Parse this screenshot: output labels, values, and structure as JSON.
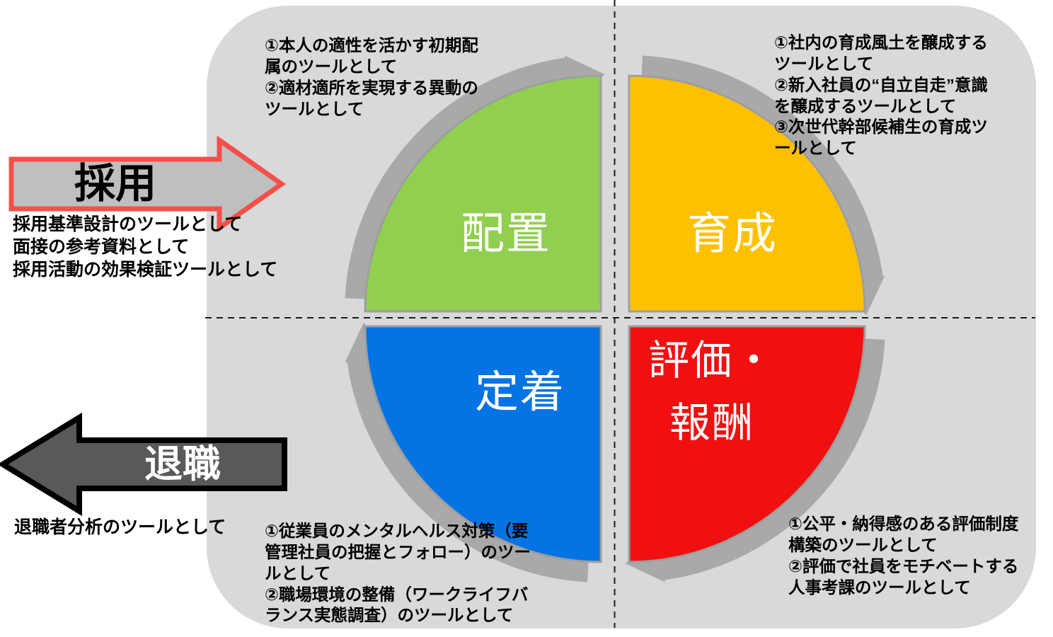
{
  "colors": {
    "panel": "#D9D9D9",
    "cycle_arrow": "#A9A9A9",
    "sector_border": "#9E9E9E",
    "divider": "#1A1A1A",
    "placement": "#90CF4F",
    "development": "#FFC000",
    "evaluation": "#F01010",
    "retention": "#0473E3",
    "recruit_fill": "#BFBFBF",
    "recruit_border": "#F5504B",
    "resign_fill": "#595959",
    "resign_border": "#000000"
  },
  "quadrants": {
    "placement": {
      "label": "配置",
      "note": "①本人の適性を活かす初期配属のツールとして\n②適材適所を実現する異動のツールとして"
    },
    "development": {
      "label": "育成",
      "note": "①社内の育成風土を醸成するツールとして\n②新入社員の“自立自走”意識を醸成するツールとして\n③次世代幹部候補生の育成ツールとして"
    },
    "evaluation": {
      "label": "評価・\n報酬",
      "note": "①公平・納得感のある評価制度構築のツールとして\n②評価で社員をモチベートする人事考課のツールとして"
    },
    "retention": {
      "label": "定着",
      "note": "①従業員のメンタルヘルス対策（要管理社員の把握とフォロー）のツールとして\n②職場環境の整備（ワークライフバランス実態調査）のツールとして"
    }
  },
  "side_arrows": {
    "recruit": {
      "label": "採用",
      "note": "採用基準設計のツールとして\n面接の参考資料として\n採用活動の効果検証ツールとして"
    },
    "resign": {
      "label": "退職",
      "note": "退職者分析のツールとして"
    }
  }
}
